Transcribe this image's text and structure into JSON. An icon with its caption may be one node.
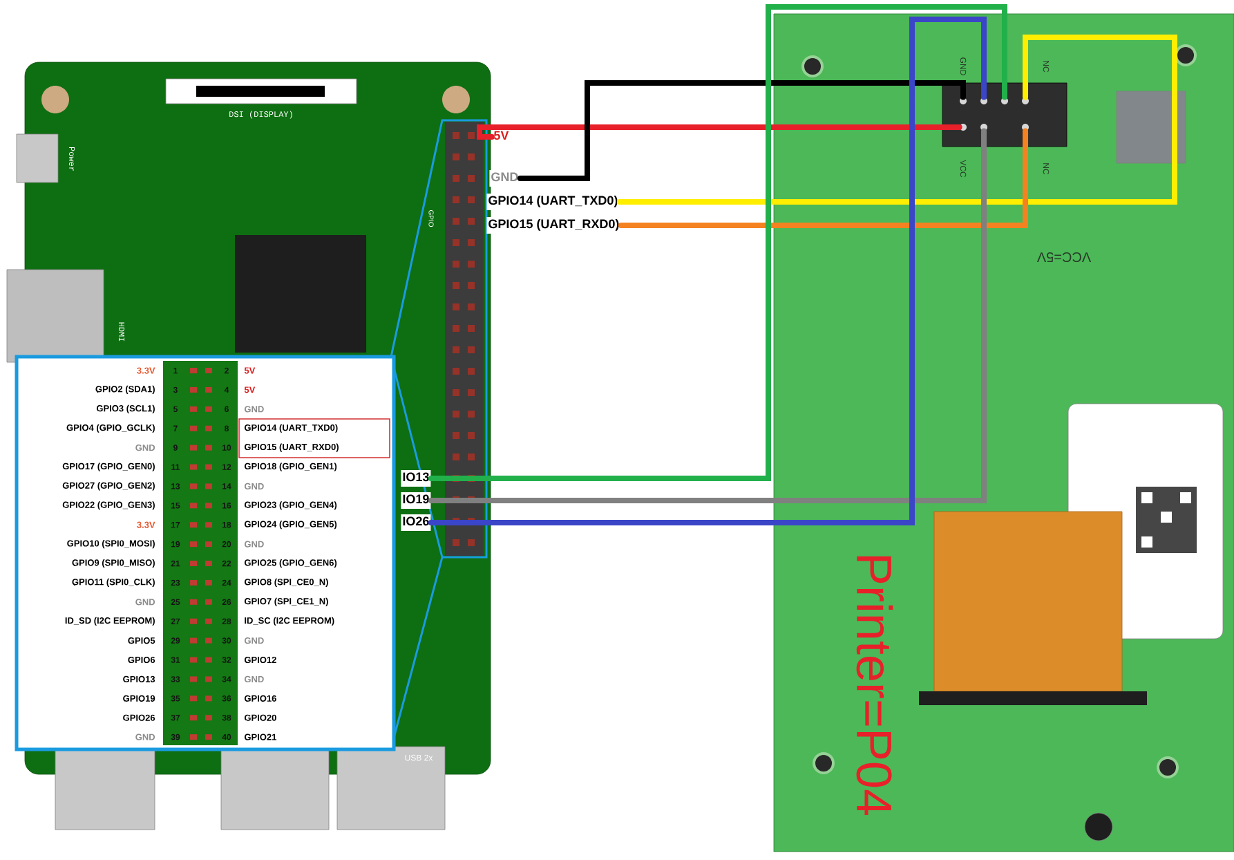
{
  "diagram": {
    "nodes": [
      {
        "text": [
          "5V"
        ]
      },
      {
        "text": [
          "GND"
        ]
      },
      {
        "text": [
          "GPIO14 (UART_TXD0)"
        ]
      },
      {
        "text": [
          "GPIO15 (UART_RXD0)"
        ]
      },
      {
        "text": [
          "IO13"
        ]
      },
      {
        "text": [
          "IO19"
        ]
      },
      {
        "text": [
          "IO26"
        ]
      },
      {
        "text": [],
        "shape": "circle"
      },
      {
        "text": [],
        "shape": "circle"
      },
      {
        "text": [],
        "shape": "circle"
      },
      {
        "text": [],
        "shape": "circle"
      },
      {
        "text": [],
        "shape": "circle"
      },
      {
        "text": [],
        "shape": "circle"
      },
      {
        "text": [],
        "shape": "circle"
      }
    ],
    "edges": [
      {
        "from": 0,
        "to": 11,
        "arrow": "none",
        "color": "#e8202a"
      },
      {
        "from": 1,
        "to": 7,
        "arrow": "none",
        "color": "#000000"
      },
      {
        "from": 2,
        "to": 10,
        "arrow": "none",
        "color": "#ffee00"
      },
      {
        "from": 3,
        "to": 13,
        "arrow": "none",
        "color": "#f58220"
      },
      {
        "from": 4,
        "to": 9,
        "arrow": "none",
        "color": "#22b04b"
      },
      {
        "from": 5,
        "to": 12,
        "arrow": "none",
        "color": "#808080"
      },
      {
        "from": 6,
        "to": 8,
        "arrow": "none",
        "color": "#3a45c8"
      }
    ],
    "labels": [
      "DSI (DISPLAY)",
      "Power",
      "GND",
      "NC",
      "VCC",
      "NC",
      "GPIO",
      "VCC=5V",
      "HDMI",
      "Printer=P04",
      "USB 2x",
      "3.3V",
      "1",
      "2",
      "5V",
      "GPIO2 (SDA1)",
      "3",
      "4",
      "5V",
      "GPIO3 (SCL1)",
      "5",
      "6",
      "GND",
      "GPIO4 (GPIO_GCLK)",
      "7",
      "8",
      "GPIO14 (UART_TXD0)",
      "GND",
      "9",
      "10",
      "GPIO15 (UART_RXD0)",
      "GPIO17 (GPIO_GEN0)",
      "11",
      "12",
      "GPIO18 (GPIO_GEN1)",
      "GPIO27 (GPIO_GEN2)",
      "13",
      "14",
      "GND",
      "GPIO22 (GPIO_GEN3)",
      "15",
      "16",
      "GPIO23 (GPIO_GEN4)",
      "3.3V",
      "17",
      "18",
      "GPIO24 (GPIO_GEN5)",
      "GPIO10 (SPI0_MOSI)",
      "19",
      "20",
      "GND",
      "GPIO9 (SPI0_MISO)",
      "21",
      "22",
      "GPIO25 (GPIO_GEN6)",
      "GPIO11 (SPI0_CLK)",
      "23",
      "24",
      "GPIO8 (SPI_CE0_N)",
      "GND",
      "25",
      "26",
      "GPIO7 (SPI_CE1_N)",
      "ID_SD (I2C EEPROM)",
      "27",
      "28",
      "ID_SC (I2C EEPROM)",
      "GPIO5",
      "29",
      "30",
      "GND",
      "GPIO6",
      "31",
      "32",
      "GPIO12",
      "GPIO13",
      "33",
      "34",
      "GND",
      "GPIO19",
      "35",
      "36",
      "GPIO16",
      "GPIO26",
      "37",
      "38",
      "GPIO20",
      "GND",
      "39",
      "40",
      "GPIO21"
    ]
  }
}
